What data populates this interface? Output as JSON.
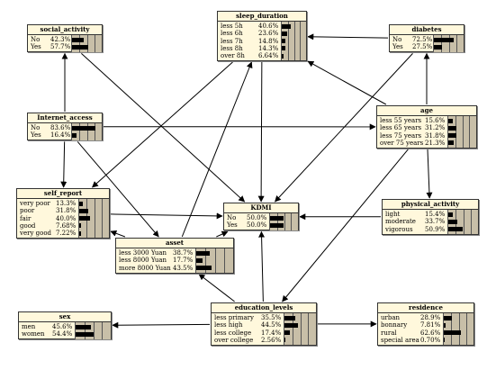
{
  "nodes": [
    {
      "id": "social_activity",
      "title": "social_activity",
      "states": [
        {
          "label": "No",
          "pct": "42.3%",
          "value": 42.3
        },
        {
          "label": "Yes",
          "pct": "57.7%",
          "value": 57.7
        }
      ]
    },
    {
      "id": "sleep_duration",
      "title": "sleep_duration",
      "states": [
        {
          "label": "less 5h",
          "pct": "40.6%",
          "value": 40.6
        },
        {
          "label": "less 6h",
          "pct": "23.6%",
          "value": 23.6
        },
        {
          "label": "less 7h",
          "pct": "14.8%",
          "value": 14.8
        },
        {
          "label": "less 8h",
          "pct": "14.3%",
          "value": 14.3
        },
        {
          "label": "over 8h",
          "pct": "6.64%",
          "value": 6.64
        }
      ]
    },
    {
      "id": "diabetes",
      "title": "diabetes",
      "states": [
        {
          "label": "No",
          "pct": "72.5%",
          "value": 72.5
        },
        {
          "label": "Yes",
          "pct": "27.5%",
          "value": 27.5
        }
      ]
    },
    {
      "id": "internet_access",
      "title": "Internet_access",
      "states": [
        {
          "label": "No",
          "pct": "83.6%",
          "value": 83.6
        },
        {
          "label": "Yes",
          "pct": "16.4%",
          "value": 16.4
        }
      ]
    },
    {
      "id": "age",
      "title": "age",
      "states": [
        {
          "label": "less 55 years",
          "pct": "15.6%",
          "value": 15.6
        },
        {
          "label": "less 65 years",
          "pct": "31.2%",
          "value": 31.2
        },
        {
          "label": "less 75 years",
          "pct": "31.8%",
          "value": 31.8
        },
        {
          "label": "over 75 years",
          "pct": "21.3%",
          "value": 21.3
        }
      ]
    },
    {
      "id": "self_report",
      "title": "self_report",
      "states": [
        {
          "label": "very poor",
          "pct": "13.3%",
          "value": 13.3
        },
        {
          "label": "poor",
          "pct": "31.8%",
          "value": 31.8
        },
        {
          "label": "fair",
          "pct": "40.0%",
          "value": 40.0
        },
        {
          "label": "good",
          "pct": "7.68%",
          "value": 7.68
        },
        {
          "label": "very good",
          "pct": "7.22%",
          "value": 7.22
        }
      ]
    },
    {
      "id": "kdmi",
      "title": "KDMI",
      "states": [
        {
          "label": "No",
          "pct": "50.0%",
          "value": 50.0
        },
        {
          "label": "Yes",
          "pct": "50.0%",
          "value": 50.0
        }
      ]
    },
    {
      "id": "physical_activity",
      "title": "physical_activity",
      "states": [
        {
          "label": "light",
          "pct": "15.4%",
          "value": 15.4
        },
        {
          "label": "moderate",
          "pct": "33.7%",
          "value": 33.7
        },
        {
          "label": "vigorous",
          "pct": "50.9%",
          "value": 50.9
        }
      ]
    },
    {
      "id": "asset",
      "title": "asset",
      "states": [
        {
          "label": "less 3000 Yuan",
          "pct": "38.7%",
          "value": 38.7
        },
        {
          "label": "less 8000 Yuan",
          "pct": "17.7%",
          "value": 17.7
        },
        {
          "label": "more 8000 Yuan",
          "pct": "43.5%",
          "value": 43.5
        }
      ]
    },
    {
      "id": "sex",
      "title": "sex",
      "states": [
        {
          "label": "men",
          "pct": "45.6%",
          "value": 45.6
        },
        {
          "label": "women",
          "pct": "54.4%",
          "value": 54.4
        }
      ]
    },
    {
      "id": "education_levels",
      "title": "education_levels",
      "states": [
        {
          "label": "less primary",
          "pct": "35.5%",
          "value": 35.5
        },
        {
          "label": "less high",
          "pct": "44.5%",
          "value": 44.5
        },
        {
          "label": "less college",
          "pct": "17.4%",
          "value": 17.4
        },
        {
          "label": "over college",
          "pct": "2.56%",
          "value": 2.56
        }
      ]
    },
    {
      "id": "residence",
      "title": "residence",
      "states": [
        {
          "label": "urban",
          "pct": "28.9%",
          "value": 28.9
        },
        {
          "label": "bonnary",
          "pct": "7.81%",
          "value": 7.81
        },
        {
          "label": "rural",
          "pct": "62.6%",
          "value": 62.6
        },
        {
          "label": "special area",
          "pct": "0.70%",
          "value": 0.7
        }
      ]
    }
  ],
  "edges": [
    {
      "from": "social_activity",
      "to": "kdmi"
    },
    {
      "from": "internet_access",
      "to": "social_activity"
    },
    {
      "from": "internet_access",
      "to": "age"
    },
    {
      "from": "internet_access",
      "to": "self_report"
    },
    {
      "from": "internet_access",
      "to": "asset"
    },
    {
      "from": "sleep_duration",
      "to": "kdmi"
    },
    {
      "from": "sleep_duration",
      "to": "self_report"
    },
    {
      "from": "diabetes",
      "to": "sleep_duration"
    },
    {
      "from": "diabetes",
      "to": "kdmi"
    },
    {
      "from": "age",
      "to": "diabetes"
    },
    {
      "from": "age",
      "to": "sleep_duration"
    },
    {
      "from": "age",
      "to": "physical_activity"
    },
    {
      "from": "age",
      "to": "education_levels"
    },
    {
      "from": "self_report",
      "to": "kdmi"
    },
    {
      "from": "physical_activity",
      "to": "kdmi"
    },
    {
      "from": "asset",
      "to": "self_report"
    },
    {
      "from": "asset",
      "to": "kdmi"
    },
    {
      "from": "asset",
      "to": "sleep_duration"
    },
    {
      "from": "education_levels",
      "to": "kdmi"
    },
    {
      "from": "education_levels",
      "to": "asset"
    },
    {
      "from": "education_levels",
      "to": "sex"
    },
    {
      "from": "education_levels",
      "to": "residence"
    }
  ]
}
